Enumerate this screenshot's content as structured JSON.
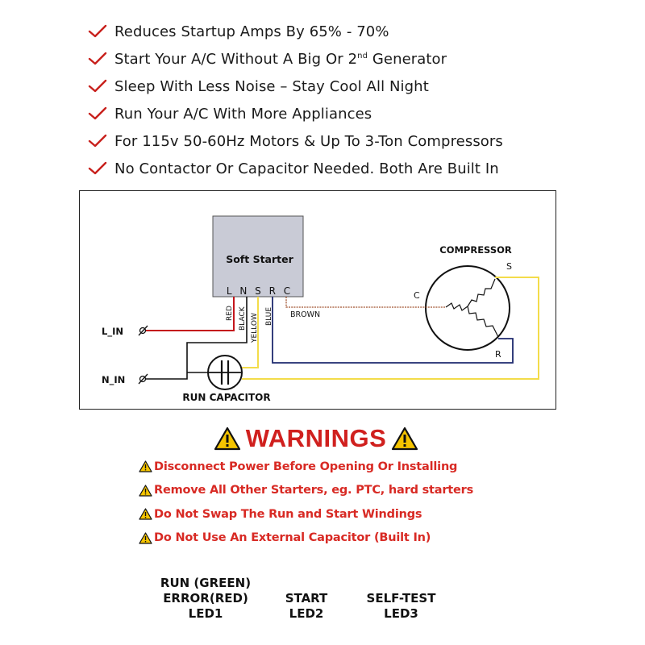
{
  "features": [
    {
      "text": "Reduces Startup Amps By 65% - 70%"
    },
    {
      "text_before": "Start Your A/C Without A Big Or 2",
      "text_sup": "nd",
      "text_after": " Generator"
    },
    {
      "text": "Sleep With Less Noise – Stay Cool All Night"
    },
    {
      "text": "Run Your A/C With More Appliances"
    },
    {
      "text": "For 115v 50-60Hz Motors & Up To 3-Ton Compressors"
    },
    {
      "text": "No Contactor Or Capacitor Needed. Both Are Built In"
    }
  ],
  "diagram": {
    "soft_starter": "Soft Starter",
    "terminals": "L N S R C",
    "wires": {
      "red": "RED",
      "black": "BLACK",
      "yellow": "YELLOW",
      "blue": "BLUE",
      "brown": "BROWN"
    },
    "compressor": "COMPRESSOR",
    "compressor_terminals": {
      "c": "C",
      "s": "S",
      "r": "R"
    },
    "line_in": "L_IN",
    "neutral_in": "N_IN",
    "run_capacitor": "RUN CAPACITOR"
  },
  "warnings": {
    "title": "WARNINGS",
    "items": [
      "Disconnect Power Before Opening Or Installing",
      "Remove All Other Starters, eg. PTC, hard starters",
      "Do Not Swap The Run and Start Windings",
      "Do Not Use An External Capacitor (Built In)"
    ]
  },
  "leds": [
    {
      "line1": "RUN (GREEN)",
      "line2": "ERROR(RED)",
      "line3": "LED1"
    },
    {
      "line1": "START",
      "line2": "LED2"
    },
    {
      "line1": "SELF-TEST",
      "line2": "LED3"
    }
  ],
  "colors": {
    "warning_red": "#d0201e",
    "check_red": "#c8201c",
    "wire_red": "#c4161c",
    "wire_yellow": "#f3dc4a",
    "wire_blue": "#1e2a6e",
    "wire_brown": "#a0522d",
    "warning_yellow": "#f5c400"
  }
}
